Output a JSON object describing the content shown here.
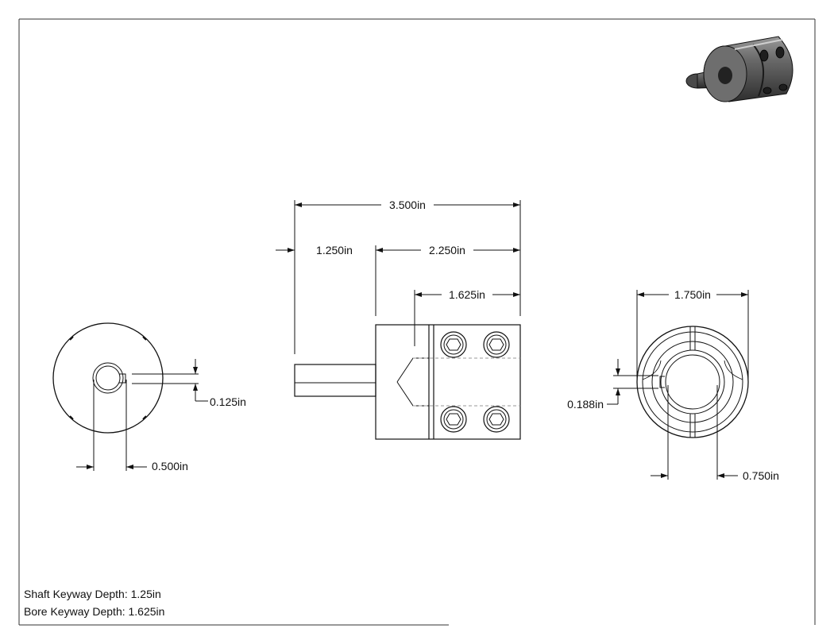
{
  "dimensions": {
    "overall_length": "3.500in",
    "shaft_length": "1.250in",
    "body_length": "2.250in",
    "clamp_length": "1.625in",
    "shaft_keyway_width": "0.125in",
    "shaft_diameter": "0.500in",
    "body_diameter": "1.750in",
    "bore_keyway_width": "0.188in",
    "bore_diameter": "0.750in"
  },
  "notes": {
    "shaft_keyway_depth": "Shaft Keyway Depth: 1.25in",
    "bore_keyway_depth": "Bore Keyway Depth: 1.625in"
  },
  "colors": {
    "line": "#111111",
    "hidden_line": "#999999",
    "render_dark": "#3a3a3a",
    "render_mid": "#6e6e6e",
    "render_light": "#b5b5b5"
  }
}
